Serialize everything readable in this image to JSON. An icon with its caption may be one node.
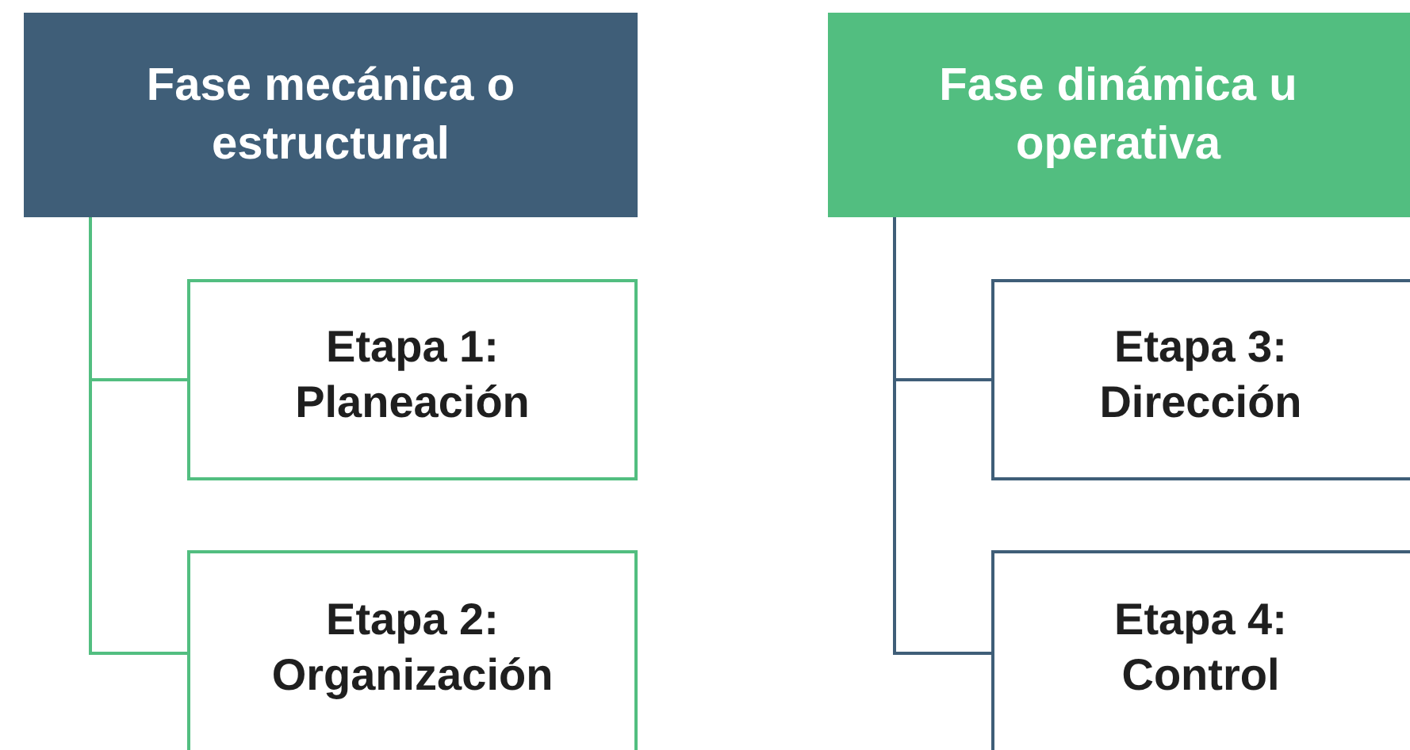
{
  "diagram": {
    "nodes": [
      {
        "text": [
          "Fase mecánica o estructural"
        ]
      },
      {
        "text": [
          "Etapa 1: Planeación"
        ]
      },
      {
        "text": [
          "Etapa 2: Organización"
        ]
      },
      {
        "text": [
          "Fase dinámica u operativa"
        ]
      },
      {
        "text": [
          "Etapa 3: Dirección"
        ]
      },
      {
        "text": [
          "Etapa 4: Control"
        ]
      }
    ],
    "edges": [
      {
        "from": 0,
        "to": 1,
        "arrow": "none",
        "color": "#52be80"
      },
      {
        "from": 0,
        "to": 2,
        "arrow": "none",
        "color": "#52be80"
      },
      {
        "from": 3,
        "to": 4,
        "arrow": "none",
        "color": "#3f5e78"
      },
      {
        "from": 3,
        "to": 5,
        "arrow": "none",
        "color": "#3f5e78"
      }
    ]
  }
}
